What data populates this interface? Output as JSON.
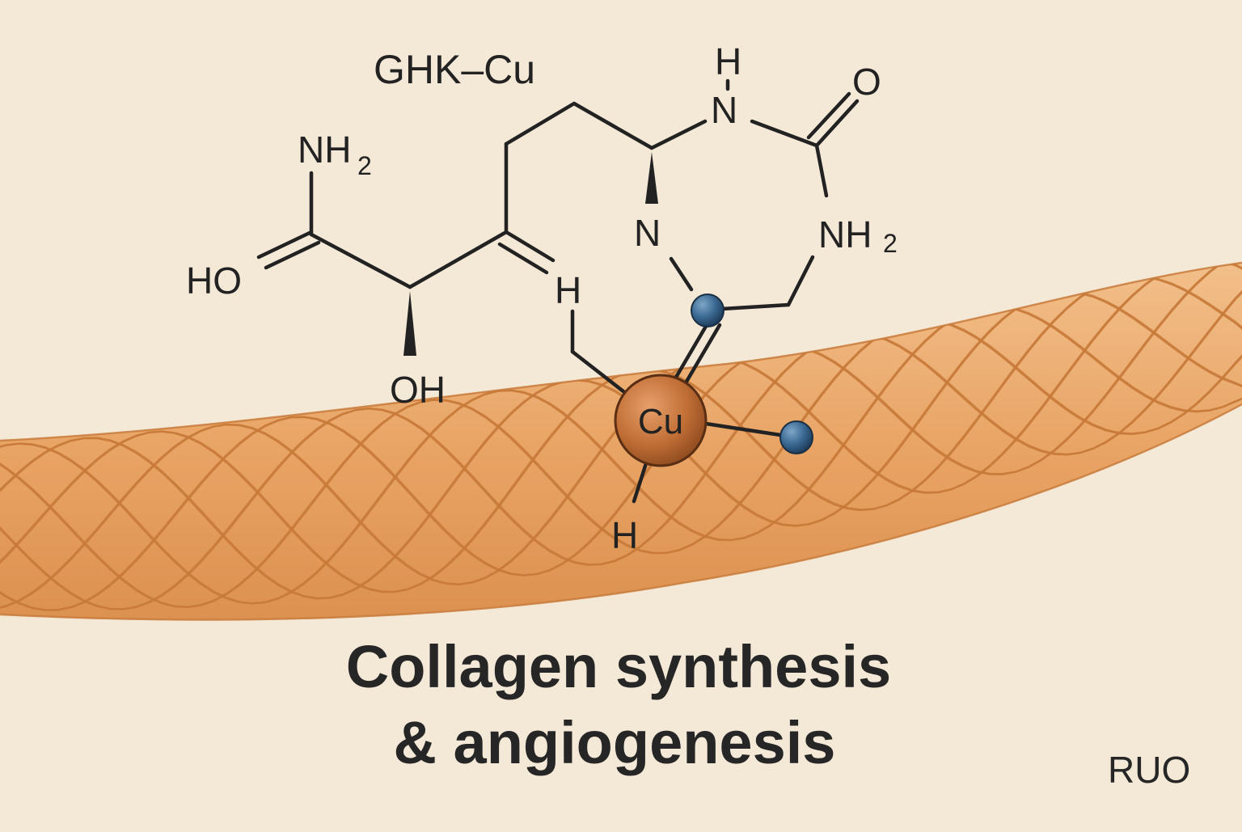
{
  "molecule": {
    "name": "GHK–Cu",
    "metal": "Cu",
    "labels": {
      "nh2_left": "NH",
      "nh2_left_sub": "2",
      "ho": "HO",
      "oh": "OH",
      "h_top": "H",
      "n_top": "N",
      "o_top": "O",
      "n_mid": "N",
      "nh2_right": "NH",
      "nh2_right_sub": "2",
      "h_mid": "H",
      "h_bottom": "H"
    }
  },
  "caption": {
    "line1": "Collagen synthesis",
    "line2": "& angiogenesis"
  },
  "badge": "RUO",
  "colors": {
    "background": "#f4e8d7",
    "fiber": "#e8a76a",
    "copper": "#b8652f",
    "ligand": "#2f5d86"
  }
}
